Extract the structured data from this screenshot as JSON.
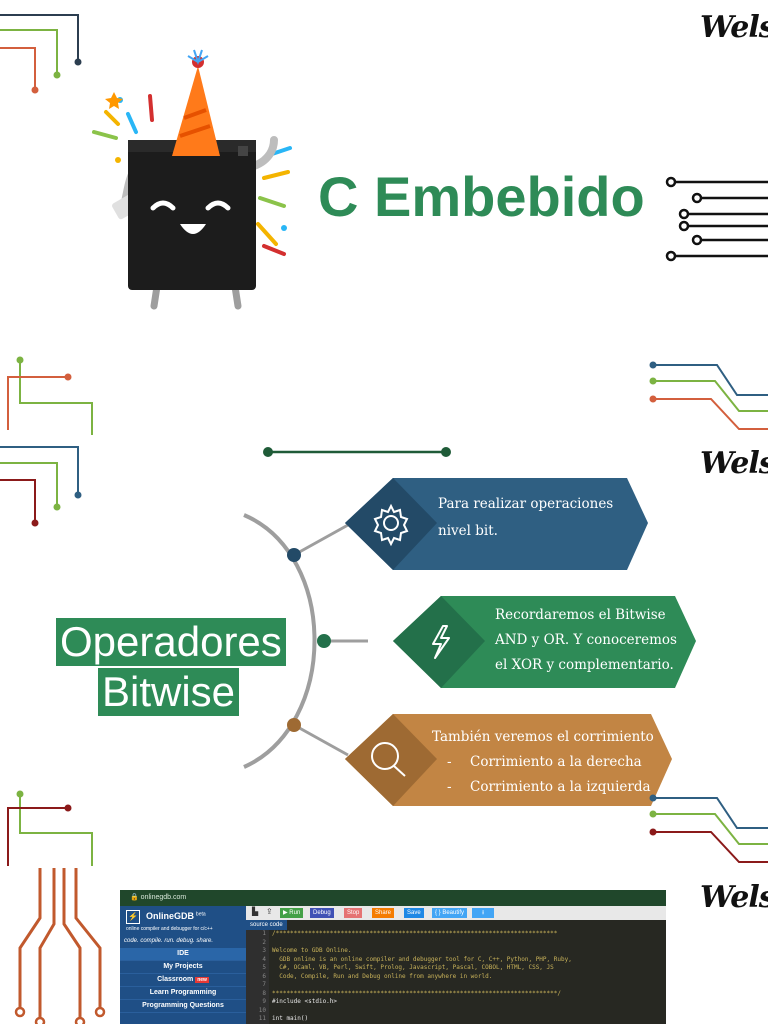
{
  "brand": "Wels",
  "section1": {
    "title": "C Embebido"
  },
  "section2": {
    "title_line1": "Operadores",
    "title_line2": "Bitwise",
    "items": [
      {
        "icon": "gear-icon",
        "color": "#2f5f82",
        "dark": "#234a67",
        "lines": [
          "Para realizar operaciones",
          "nivel bit."
        ]
      },
      {
        "icon": "lightning-icon",
        "color": "#2e8b57",
        "dark": "#23704a",
        "lines": [
          "Recordaremos el Bitwise",
          "AND y OR. Y conoceremos",
          "el XOR y complementario."
        ]
      },
      {
        "icon": "search-icon",
        "color": "#c28544",
        "dark": "#9e6a33",
        "lines": [
          "También veremos el corrimiento"
        ],
        "bullets": [
          "Corrimiento a la derecha",
          "Corrimiento a la izquierda"
        ]
      }
    ],
    "bullet_mark": "-"
  },
  "screenshot": {
    "url": "onlinegdb.com",
    "brand": "OnlineGDB",
    "beta": "beta",
    "tagline": "online compiler and debugger for c/c++",
    "motto": "code. compile. run. debug. share.",
    "nav": [
      "IDE",
      "My Projects",
      "Classroom",
      "Learn Programming",
      "Programming Questions"
    ],
    "classroom_badge": "new",
    "toolbar": [
      "Run",
      "Debug",
      "Stop",
      "Share",
      "Save",
      "{ } Beautify"
    ],
    "tab": "source code",
    "code_lines": [
      "/******************************************************************************",
      "",
      "Welcome to GDB Online.",
      "  GDB online is an online compiler and debugger tool for C, C++, Python, PHP, Ruby,",
      "  C#, OCaml, VB, Perl, Swift, Prolog, Javascript, Pascal, COBOL, HTML, CSS, JS",
      "  Code, Compile, Run and Debug online from anywhere in world.",
      "",
      "*******************************************************************************/",
      "#include <stdio.h>",
      "",
      "int main()"
    ],
    "line_numbers": [
      "1",
      "2",
      "3",
      "4",
      "5",
      "6",
      "7",
      "8",
      "9",
      "10",
      "11"
    ]
  }
}
